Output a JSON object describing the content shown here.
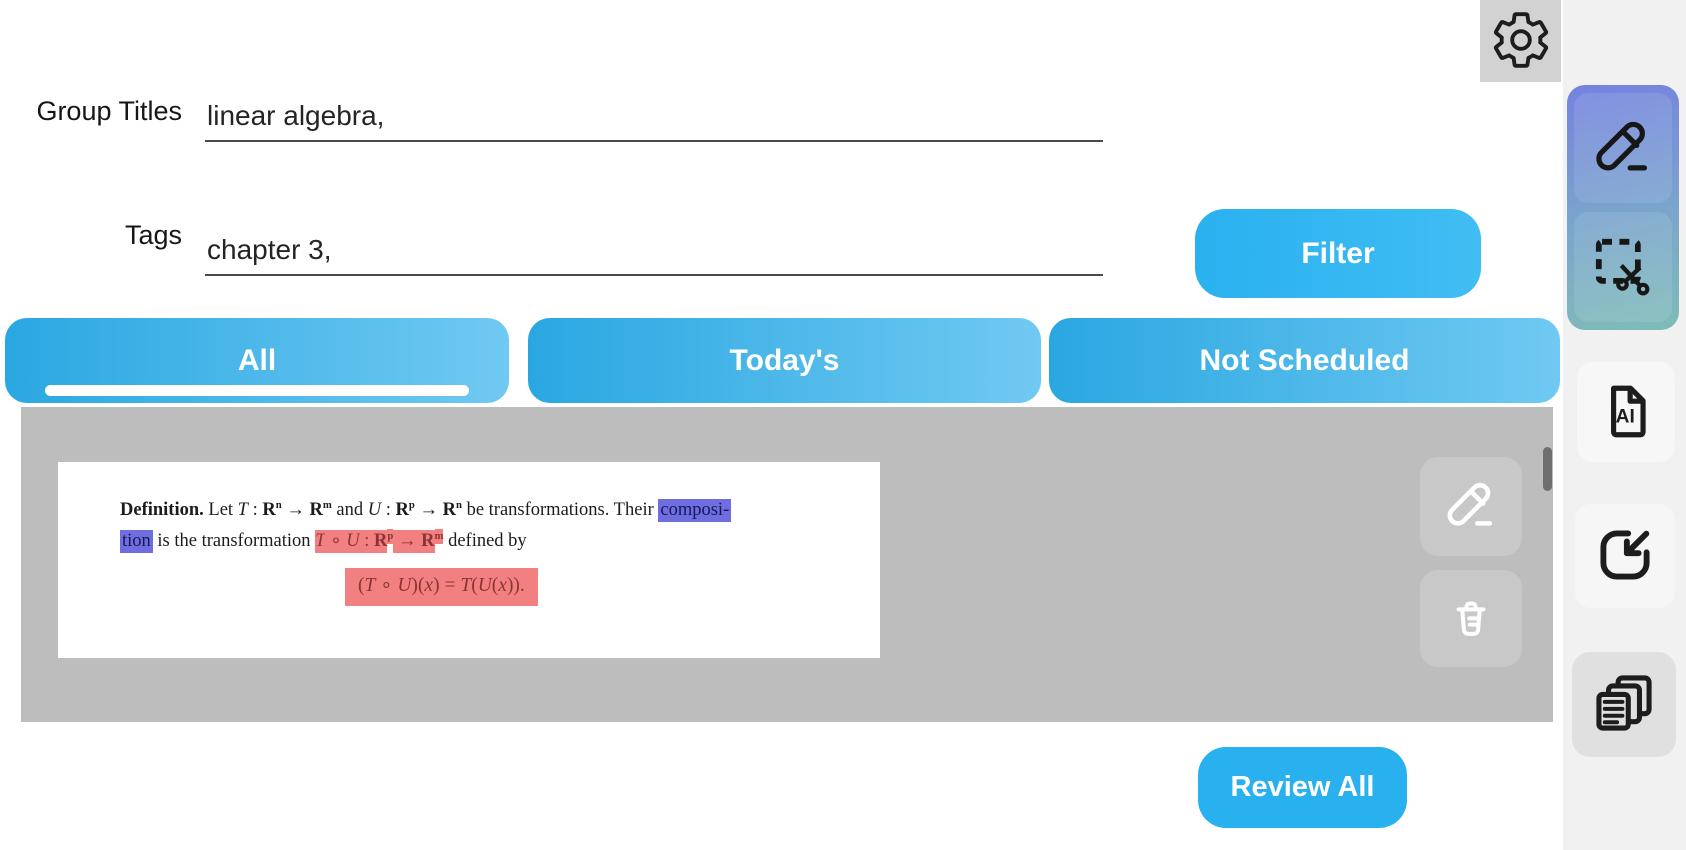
{
  "form": {
    "group_titles_label": "Group Titles",
    "group_titles_value": "linear algebra,",
    "tags_label": "Tags",
    "tags_value": "chapter 3,",
    "filter_button_label": "Filter"
  },
  "tabs": {
    "all": "All",
    "todays": "Today's",
    "not_scheduled": "Not Scheduled",
    "active_tab": "All"
  },
  "card": {
    "line1": [
      {
        "t": "Definition.",
        "c": "b"
      },
      {
        "t": "  Let ",
        "c": ""
      },
      {
        "t": "T",
        "c": "i"
      },
      {
        "t": " : ",
        "c": ""
      },
      {
        "t": "R",
        "c": "b"
      },
      {
        "t": "n",
        "c": "sup"
      },
      {
        "t": " → ",
        "c": ""
      },
      {
        "t": "R",
        "c": "b"
      },
      {
        "t": "m",
        "c": "sup"
      },
      {
        "t": " and ",
        "c": ""
      },
      {
        "t": "U",
        "c": "i"
      },
      {
        "t": " : ",
        "c": ""
      },
      {
        "t": "R",
        "c": "b"
      },
      {
        "t": "p",
        "c": "sup"
      },
      {
        "t": " → ",
        "c": ""
      },
      {
        "t": "R",
        "c": "b"
      },
      {
        "t": "n",
        "c": "sup"
      },
      {
        "t": " be transformations. Their ",
        "c": ""
      },
      {
        "t": "composi-",
        "c": "hb"
      }
    ],
    "line2": [
      {
        "t": "tion",
        "c": "hb"
      },
      {
        "t": " is the transformation ",
        "c": ""
      },
      {
        "t": "T",
        "c": "hr i"
      },
      {
        "t": " ∘ ",
        "c": "hr"
      },
      {
        "t": "U",
        "c": "hr i"
      },
      {
        "t": " : ",
        "c": "hr"
      },
      {
        "t": "R",
        "c": "hr b"
      },
      {
        "t": "p",
        "c": "hr sup"
      },
      {
        "t": " → ",
        "c": "hr"
      },
      {
        "t": "R",
        "c": "hr b"
      },
      {
        "t": "m",
        "c": "hr sup"
      },
      {
        "t": " defined by",
        "c": ""
      }
    ],
    "formula": [
      {
        "t": "(",
        "c": ""
      },
      {
        "t": "T",
        "c": "i"
      },
      {
        "t": " ∘ ",
        "c": ""
      },
      {
        "t": "U",
        "c": "i"
      },
      {
        "t": ")(",
        "c": ""
      },
      {
        "t": "x",
        "c": "i"
      },
      {
        "t": ") = ",
        "c": ""
      },
      {
        "t": "T",
        "c": "i"
      },
      {
        "t": "(",
        "c": ""
      },
      {
        "t": "U",
        "c": "i"
      },
      {
        "t": "(",
        "c": ""
      },
      {
        "t": "x",
        "c": "i"
      },
      {
        "t": ")).",
        "c": ""
      }
    ]
  },
  "review_all_label": "Review All",
  "icons": {
    "settings": "gear-icon",
    "draw_tool": "pencil-icon",
    "snip_tool": "crop-scissors-icon",
    "ai_file": "ai-document-icon",
    "import": "import-icon",
    "duplicate": "copy-pages-icon",
    "card_edit": "pencil-icon",
    "card_delete": "trash-icon",
    "scrollbar": "scrollbar-thumb"
  },
  "colors": {
    "accent_blue": "#29b1ef",
    "accent_blue_light": "#41bdf3",
    "tab_grad_a": "#2aa7e1",
    "tab_grad_b": "#70c9f2",
    "panel_grad_a": "#7582e0",
    "panel_grad_mid": "#7aa4cd",
    "panel_grad_b": "#7fbcb8",
    "content_bg": "#bdbdbd",
    "hl_blue": "#6e6ee0",
    "hl_blue_text": "#181855",
    "hl_red": "#f28080",
    "hl_red_text": "#8c3434"
  }
}
